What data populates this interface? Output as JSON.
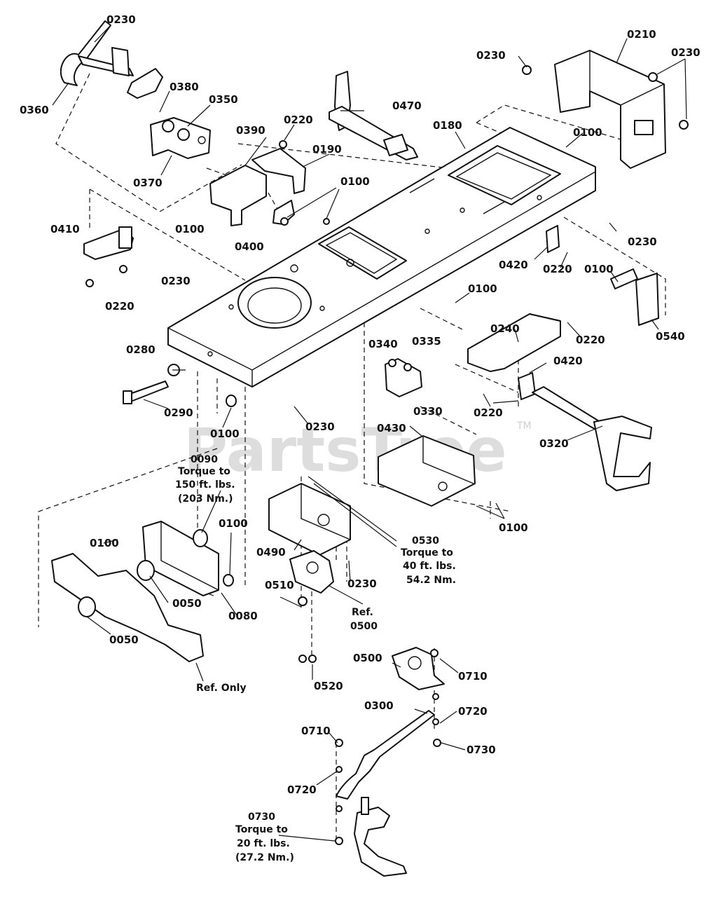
{
  "watermark": {
    "text": "PartsTree",
    "trademark": "TM"
  },
  "callouts": [
    {
      "id": "c0230a",
      "text": "0230"
    },
    {
      "id": "c0360",
      "text": "0360"
    },
    {
      "id": "c0380",
      "text": "0380"
    },
    {
      "id": "c0350",
      "text": "0350"
    },
    {
      "id": "c0370",
      "text": "0370"
    },
    {
      "id": "c0390",
      "text": "0390"
    },
    {
      "id": "c0220a",
      "text": "0220"
    },
    {
      "id": "c0190",
      "text": "0190"
    },
    {
      "id": "c0100a",
      "text": "0100"
    },
    {
      "id": "c0100b",
      "text": "0100"
    },
    {
      "id": "c0400",
      "text": "0400"
    },
    {
      "id": "c0470",
      "text": "0470"
    },
    {
      "id": "c0180",
      "text": "0180"
    },
    {
      "id": "c0100c",
      "text": "0100"
    },
    {
      "id": "c0230b",
      "text": "0230"
    },
    {
      "id": "c0210",
      "text": "0210"
    },
    {
      "id": "c0230c",
      "text": "0230"
    },
    {
      "id": "c0410",
      "text": "0410"
    },
    {
      "id": "c0220b",
      "text": "0220"
    },
    {
      "id": "c0230d",
      "text": "0230"
    },
    {
      "id": "c0420a",
      "text": "0420"
    },
    {
      "id": "c0220c",
      "text": "0220"
    },
    {
      "id": "c0230e",
      "text": "0230"
    },
    {
      "id": "c0100d",
      "text": "0100"
    },
    {
      "id": "c0540",
      "text": "0540"
    },
    {
      "id": "c0100e",
      "text": "0100"
    },
    {
      "id": "c0240",
      "text": "0240"
    },
    {
      "id": "c0220d",
      "text": "0220"
    },
    {
      "id": "c0420b",
      "text": "0420"
    },
    {
      "id": "c0340",
      "text": "0340"
    },
    {
      "id": "c0335",
      "text": "0335"
    },
    {
      "id": "c0330",
      "text": "0330"
    },
    {
      "id": "c0220e",
      "text": "0220"
    },
    {
      "id": "c0280",
      "text": "0280"
    },
    {
      "id": "c0290",
      "text": "0290"
    },
    {
      "id": "c0100f",
      "text": "0100"
    },
    {
      "id": "c0230f",
      "text": "0230"
    },
    {
      "id": "c0320",
      "text": "0320"
    },
    {
      "id": "c0430",
      "text": "0430"
    },
    {
      "id": "c0100g",
      "text": "0100"
    },
    {
      "id": "c0490",
      "text": "0490"
    },
    {
      "id": "c0230g",
      "text": "0230"
    },
    {
      "id": "c0100h",
      "text": "0100"
    },
    {
      "id": "c0100i",
      "text": "0100"
    },
    {
      "id": "c0050a",
      "text": "0050"
    },
    {
      "id": "c0080",
      "text": "0080"
    },
    {
      "id": "c0050b",
      "text": "0050"
    },
    {
      "id": "c0510",
      "text": "0510"
    },
    {
      "id": "c0520",
      "text": "0520"
    },
    {
      "id": "c0500",
      "text": "0500"
    },
    {
      "id": "c0710a",
      "text": "0710"
    },
    {
      "id": "c0300",
      "text": "0300"
    },
    {
      "id": "c0720a",
      "text": "0720"
    },
    {
      "id": "c0730a",
      "text": "0730"
    },
    {
      "id": "c0710b",
      "text": "0710"
    },
    {
      "id": "c0720b",
      "text": "0720"
    }
  ],
  "notes": {
    "n0090": [
      "0090",
      "Torque to",
      "150 ft. lbs.",
      "(203 Nm.)"
    ],
    "n0530": [
      "0530",
      "Torque to",
      "40 ft. lbs.",
      "54.2 Nm."
    ],
    "n0730": [
      "0730",
      "Torque to",
      "20 ft. lbs.",
      "(27.2 Nm.)"
    ],
    "nRef0500": [
      "Ref.",
      "0500"
    ],
    "nRefOnly": [
      "Ref. Only"
    ]
  }
}
